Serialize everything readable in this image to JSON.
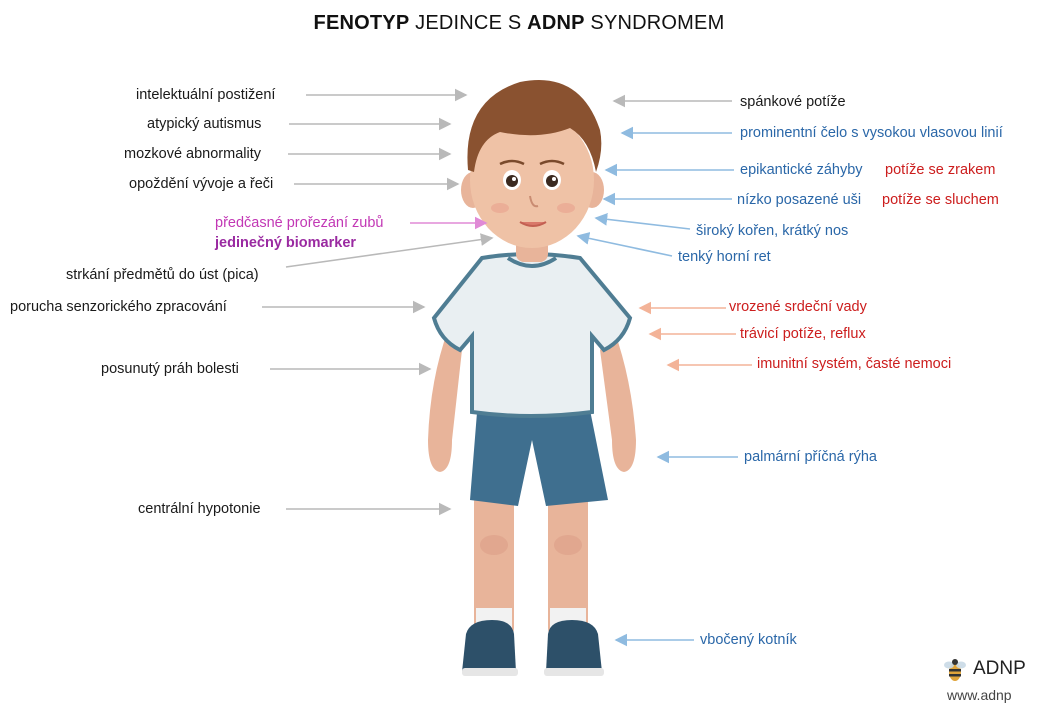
{
  "title": {
    "p1": "FENOTYP",
    "p2": " JEDINCE S ",
    "p3": "ADNP",
    "p4": " SYNDROMEM"
  },
  "left_labels": [
    "intelektuální postižení",
    "atypický autismus",
    "mozkové abnormality",
    "opoždění vývoje a řeči",
    "předčasné prořezání zubů",
    "jedinečný biomarker",
    "strkání předmětů do úst (pica)",
    "porucha senzorického zpracování",
    "posunutý práh bolesti",
    "centrální hypotonie"
  ],
  "right_labels": {
    "sleep": "spánkové potíže",
    "forehead": "prominentní čelo s vysokou vlasovou linií",
    "epicanthic": "epikantické záhyby",
    "vision": "potíže se zrakem",
    "ears": "nízko posazené uši",
    "hearing": "potíže se sluchem",
    "nose": "široký kořen, krátký nos",
    "lip": "tenký horní ret",
    "heart": "vrozené srdeční vady",
    "digestive": "trávicí potíže, reflux",
    "immune": "imunitní systém, časté nemoci",
    "palm": "palmární příčná rýha",
    "ankle": "vbočený kotník"
  },
  "logo": {
    "name": "ADNP",
    "url": "www.adnp"
  },
  "colors": {
    "gray_arrow": "#b9b9b9",
    "blue_arrow": "#8fbbe0",
    "orange_arrow": "#f3b398",
    "pink_arrow": "#e08ad6"
  }
}
